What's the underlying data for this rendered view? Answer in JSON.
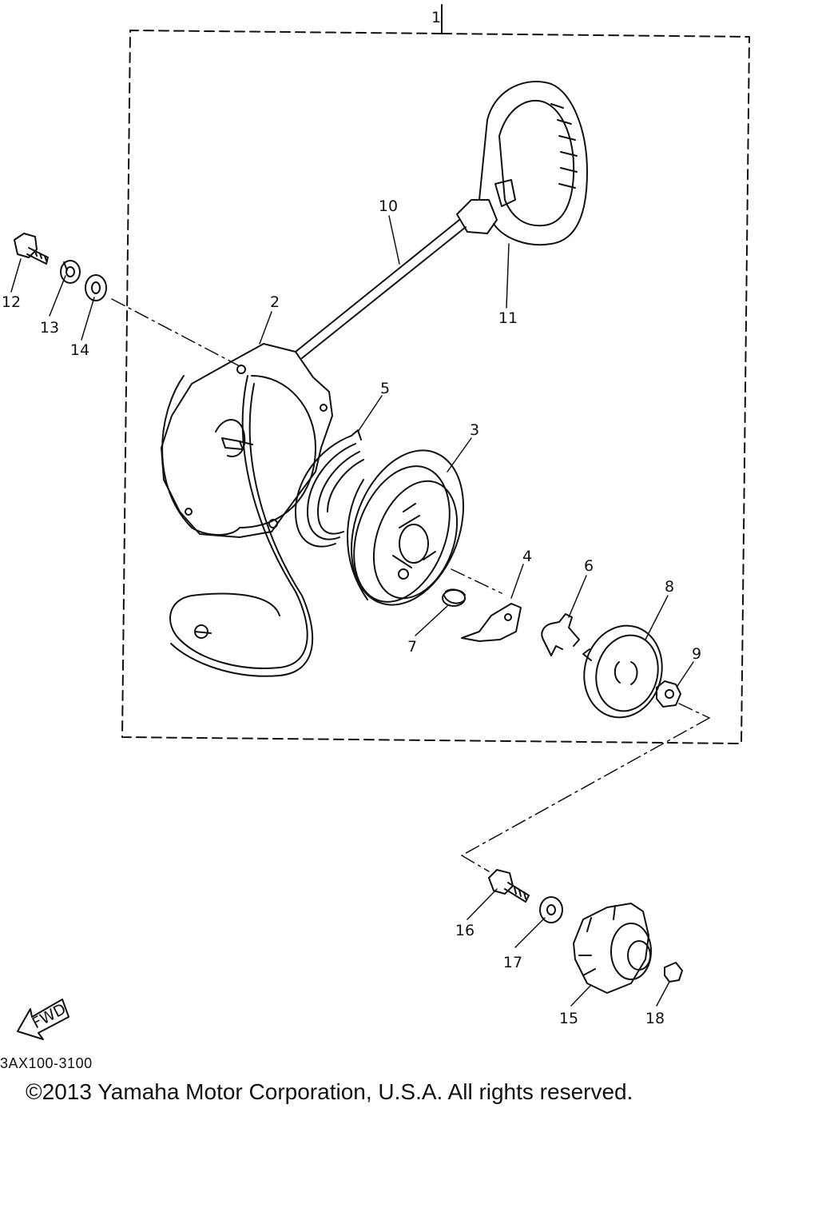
{
  "diagram": {
    "callouts": [
      {
        "id": "1",
        "text": "1"
      },
      {
        "id": "2",
        "text": "2"
      },
      {
        "id": "3",
        "text": "3"
      },
      {
        "id": "4",
        "text": "4"
      },
      {
        "id": "5",
        "text": "5"
      },
      {
        "id": "6",
        "text": "6"
      },
      {
        "id": "7",
        "text": "7"
      },
      {
        "id": "8",
        "text": "8"
      },
      {
        "id": "9",
        "text": "9"
      },
      {
        "id": "10",
        "text": "10"
      },
      {
        "id": "11",
        "text": "11"
      },
      {
        "id": "12",
        "text": "12"
      },
      {
        "id": "13",
        "text": "13"
      },
      {
        "id": "14",
        "text": "14"
      },
      {
        "id": "15",
        "text": "15"
      },
      {
        "id": "16",
        "text": "16"
      },
      {
        "id": "17",
        "text": "17"
      },
      {
        "id": "18",
        "text": "18"
      }
    ],
    "fwd_label": "FWD",
    "diagram_code": "3AX100-3100",
    "copyright": "©2013 Yamaha Motor Corporation, U.S.A. All rights reserved."
  },
  "colors": {
    "line": "#111111",
    "background": "#ffffff"
  }
}
